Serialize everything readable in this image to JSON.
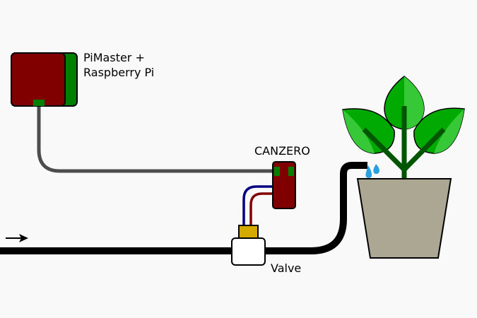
{
  "labels": {
    "pimaster_line1": "PiMaster +",
    "pimaster_line2": "Raspberry Pi",
    "canzero": "CANZERO",
    "valve": "Valve"
  },
  "colors": {
    "background": "#f9f9f9",
    "module_red": "#800000",
    "module_green": "#008000",
    "gray_cable": "#4d4d4d",
    "pipe": "#000000",
    "wire_blue": "#000080",
    "wire_red": "#800000",
    "valve_top": "#d4aa00",
    "valve_body": "#ffffff",
    "pot": "#aca793",
    "stem": "#005500",
    "leaf_dark": "#00aa00",
    "leaf_light": "#37c837",
    "water": "#2aa0e0"
  },
  "icons": {
    "flow_arrow": "arrow-right-icon",
    "water_drops": "water-drop-icon"
  }
}
